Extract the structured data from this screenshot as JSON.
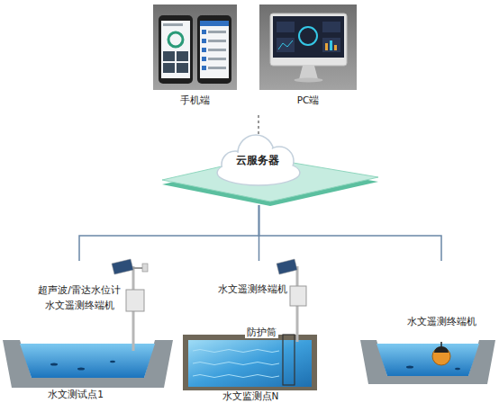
{
  "diagram": {
    "nodes": [
      {
        "text": [
          "手机端"
        ]
      },
      {
        "text": [
          "PC端"
        ]
      },
      {
        "text": [
          "云服务器"
        ]
      },
      {
        "text": [
          "超声波/雷达水位计",
          "水文遥测终端机",
          "水文测试点1"
        ]
      },
      {
        "text": [
          "水文遥测终端机",
          "防护筒",
          "水文监测点N"
        ]
      },
      {
        "text": [
          "水文遥测终端机"
        ]
      }
    ],
    "edges": [
      {
        "from": 2,
        "to": 3,
        "arrow": "none"
      },
      {
        "from": 2,
        "to": 4,
        "arrow": "none"
      },
      {
        "from": 2,
        "to": 5,
        "arrow": "none"
      }
    ]
  }
}
